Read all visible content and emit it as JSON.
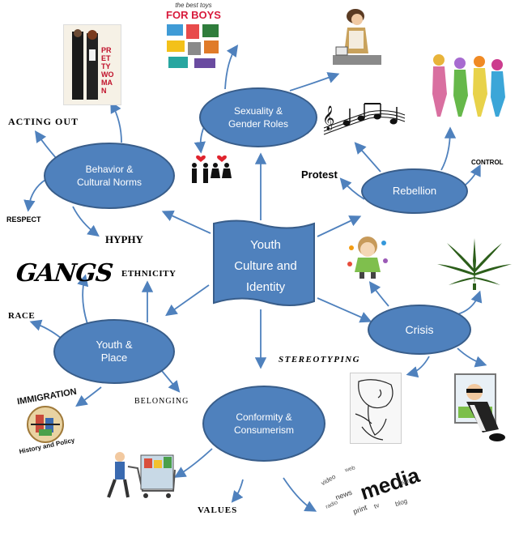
{
  "center": {
    "title": "Youth Culture and Identity"
  },
  "nodes": {
    "sexuality": "Sexuality & Gender Roles",
    "behavior": "Behavior & Cultural Norms",
    "rebellion": "Rebellion",
    "youth_place": "Youth & Place",
    "crisis": "Crisis",
    "conformity": "Conformity & Consumerism"
  },
  "labels": {
    "acting_out": "ACTING OUT",
    "respect": "RESPECT",
    "hyphy": "HYPHY",
    "protest": "Protest",
    "control": "CONTROL",
    "ethnicity": "ETHNICITY",
    "race": "RACE",
    "stereotyping": "STEREOTYPING",
    "belonging": "BELONGING",
    "values": "VALUES"
  },
  "images": {
    "movie_poster": "PRETTY WOMAN",
    "toys_title_small": "the best toys",
    "toys_title": "FOR BOYS",
    "gangs": "GANGS",
    "immigration_top": "IMMIGRATION",
    "immigration_bottom": "History and Policy",
    "media": "media",
    "media_words": [
      "video",
      "news",
      "radio",
      "web",
      "print",
      "tv",
      "blog",
      "film"
    ]
  },
  "colors": {
    "node_fill": "#4f81bd",
    "node_border": "#385d8a",
    "arrow": "#4f81bd"
  }
}
